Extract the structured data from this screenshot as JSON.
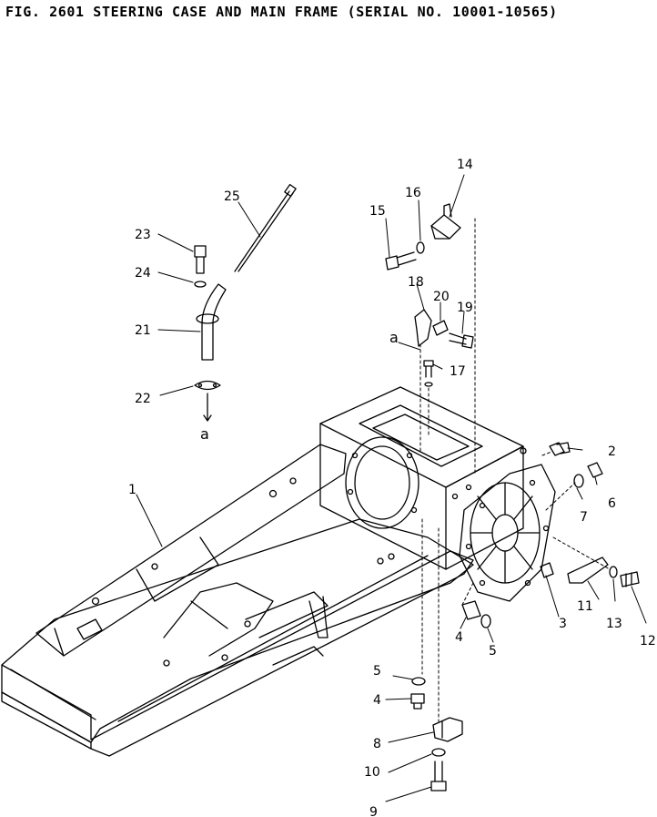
{
  "title": "FIG. 2601  STEERING CASE AND MAIN FRAME (SERIAL NO. 10001-10565)",
  "callouts": [
    "1",
    "2",
    "3",
    "4",
    "4",
    "5",
    "5",
    "6",
    "7",
    "8",
    "9",
    "10",
    "11",
    "12",
    "13",
    "14",
    "15",
    "16",
    "17",
    "18",
    "19",
    "20",
    "21",
    "22",
    "23",
    "24",
    "25",
    "a",
    "a"
  ]
}
